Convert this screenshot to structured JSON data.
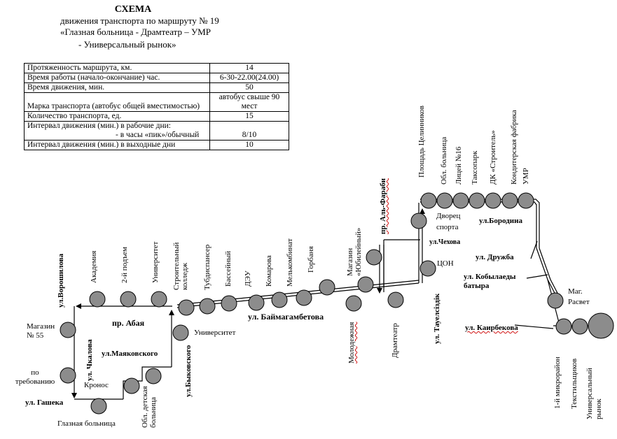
{
  "title": {
    "line1": "СХЕМА",
    "line2": "движения  транспорта по маршруту № 19",
    "line3": "«Глазная больница - Драмтеатр – УМР",
    "line4": "- Универсальный рынок»"
  },
  "info_table": [
    {
      "label": "Протяженность маршрута, км.",
      "value": "14"
    },
    {
      "label": "Время работы (начало-окончание) час.",
      "value": "6-30-22.00(24.00)"
    },
    {
      "label": "Время движения, мин.",
      "value": "50"
    },
    {
      "label": "Марка транспорта (автобус общей вместимостью)",
      "value": "автобус свыше 90 мест"
    },
    {
      "label": "Количество транспорта, ед.",
      "value": "15"
    },
    {
      "label": "Интервал движения (мин.) в рабочие дни:",
      "sublabel": "- в часы «пик»/обычный",
      "value": "8/10"
    },
    {
      "label": "Интервал движения (мин.) в выходные дни",
      "value": "10"
    }
  ],
  "streets": {
    "voroshilova": "ул.Ворошилова",
    "abaya": "пр. Абая",
    "baimagambetova": "ул. Баймагамбетова",
    "al_farabi": "пр. Аль-Фараби",
    "chekhova": "ул.Чехова",
    "tauelsizdik": "ул. Тауелсiздiк",
    "borodina": "ул.Бородина",
    "druzhba": "ул. Дружба",
    "kobylaedy": "ул. Кобылаеды батыра",
    "kairbekova": "ул. Каирбекова",
    "chkalova": "ул. Чкалова",
    "mayakovskogo": "ул.Маяковского",
    "bykovskogo": "ул.Быковского",
    "gasheka": "ул. Гашека"
  },
  "stops": {
    "magazin55": "Магазин № 55",
    "po_trebovaniyu": "по требованию",
    "kronos": "Кронос",
    "glaznaya": "Глазная больница",
    "obl_detskaya": "Обл. детская больница",
    "universitet_r": "Университет",
    "akademiya": "Академия",
    "podyem2": "2-й подъем",
    "universitet": "Университет",
    "stroit_college": "Строительный колледж",
    "tubdispanser": "Тубдиспансер",
    "basseyn": "Бассейный",
    "dezu": "ДЭУ",
    "komarova": "Комарова",
    "melkombinat": "Мелькомбинат",
    "gorbanya": "Горбаня",
    "magazin_yub": "Магазин «Юбилейный»",
    "molodezhnaya": "Молодежная",
    "dramteatr": "Драмтеатр",
    "tson": "ЦОН",
    "dvorets_sporta": "Дворец спорта",
    "ploshchad": "Площадь Целинников",
    "obl_bolnitsa": "Обл. больница",
    "litsey16": "Лицей №16",
    "taksopark": "Таксопарк",
    "dk": "ДК «Строитель»",
    "konditer": "Кондитерская фабрика",
    "umr": "УМР",
    "mag_rasvet": "Маг. Расвет",
    "mikrorayon1": "1-й микрорайон",
    "tekstilshchikov": "Текстильщиков",
    "univ_rynok": "Универсальный рынок"
  },
  "colors": {
    "stop_fill": "#8c8c8c",
    "route": "#000000",
    "underline": "#d01010"
  }
}
